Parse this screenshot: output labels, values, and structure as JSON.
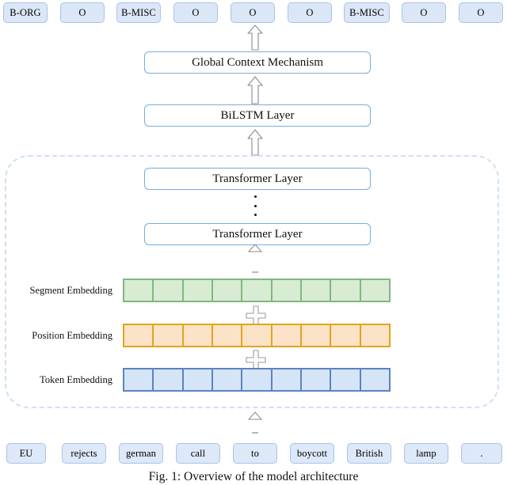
{
  "figure": {
    "caption": "Fig. 1: Overview of the model architecture",
    "colors": {
      "pill_fill": "#dbe7f7",
      "pill_border": "#a8c4e8",
      "layer_border": "#74aee0",
      "dashed_border": "#cfe0f5",
      "segment_fill": "#d8ebd3",
      "segment_border": "#7fb97f",
      "position_fill": "#fce3c7",
      "position_border": "#e0a41c",
      "token_fill": "#d6e4f7",
      "token_border": "#5b84c0",
      "arrow_stroke": "#6f6f6f"
    }
  },
  "output_tags": [
    {
      "label": "B-ORG"
    },
    {
      "label": "O"
    },
    {
      "label": "B-MISC"
    },
    {
      "label": "O"
    },
    {
      "label": "O"
    },
    {
      "label": "O"
    },
    {
      "label": "B-MISC"
    },
    {
      "label": "O"
    },
    {
      "label": "O"
    }
  ],
  "layers": {
    "global_context": "Global Context Mechanism",
    "bilstm": "BiLSTM Layer",
    "transformer_top": "Transformer Layer",
    "transformer_bottom": "Transformer Layer"
  },
  "embeddings": {
    "segment": {
      "label": "Segment Embedding",
      "cells": 9
    },
    "position": {
      "label": "Position Embedding",
      "cells": 9
    },
    "token": {
      "label": "Token Embedding",
      "cells": 9
    }
  },
  "input_tokens": [
    {
      "label": "EU"
    },
    {
      "label": "rejects"
    },
    {
      "label": "german"
    },
    {
      "label": "call"
    },
    {
      "label": "to"
    },
    {
      "label": "boycott"
    },
    {
      "label": "British"
    },
    {
      "label": "lamp"
    },
    {
      "label": "."
    }
  ],
  "icons": {
    "up_arrow": "block-up-arrow",
    "caret_up": "caret-up",
    "plus": "plus-sign"
  }
}
